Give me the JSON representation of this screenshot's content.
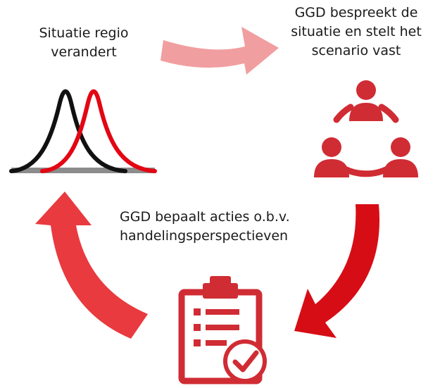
{
  "labels": {
    "situation_change": [
      "Situatie regio",
      "verandert"
    ],
    "ggd_discusses": [
      "GGD bespreekt de",
      "situatie en stelt het",
      "scenario vast"
    ],
    "ggd_actions": [
      "GGD bepaalt acties o.b.v.",
      "handelingsperspectieven"
    ]
  },
  "colors": {
    "arrow_light": "#f19ea0",
    "arrow_mid": "#e83a3f",
    "arrow_dark": "#d70d16",
    "icon_red": "#d02c34",
    "curve_black": "#111111",
    "curve_red": "#e30613",
    "baseline_gray": "#8c8c8c"
  },
  "icons": {
    "distribution_curves": "two-bell-curves-icon",
    "group_meeting": "people-circle-icon",
    "action_checklist": "clipboard-checklist-icon"
  }
}
